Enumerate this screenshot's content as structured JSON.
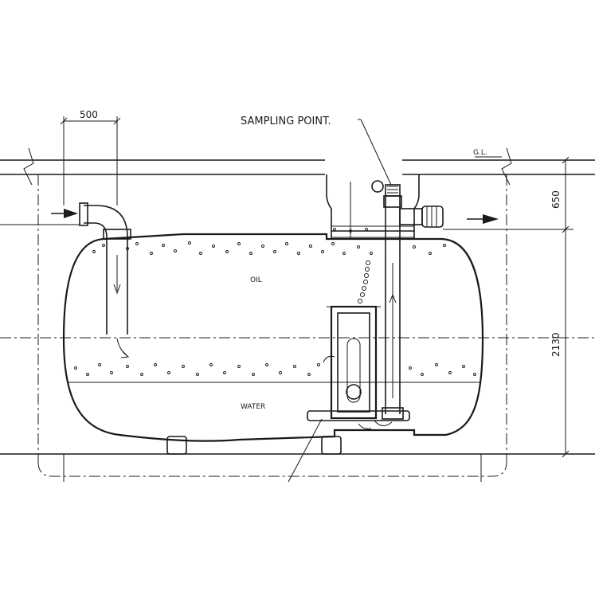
{
  "labels": {
    "sampling_point": "SAMPLING POINT.",
    "ground_level": "G.L.",
    "oil": "OIL",
    "water": "WATER"
  },
  "dimensions": {
    "inlet_offset": "500",
    "upper_height": "650",
    "tank_height": "2130"
  },
  "colors": {
    "line": "#1a1a1a",
    "background": "#ffffff"
  }
}
